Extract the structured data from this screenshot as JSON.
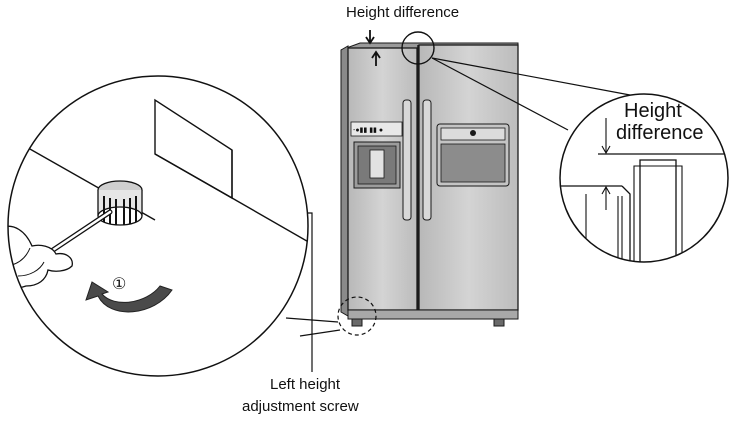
{
  "labels": {
    "top": "Height difference",
    "zoom_line1": "Height",
    "zoom_line2": "difference",
    "bottom_line1": "Left height",
    "bottom_line2": "adjustment screw",
    "step_number": "①"
  },
  "colors": {
    "fridge_body": "#c9c9c9",
    "fridge_side": "#b0b0b0",
    "fridge_dark": "#8a8a8a",
    "outline": "#1a1a1a",
    "arrow": "#444444",
    "background": "#ffffff"
  }
}
